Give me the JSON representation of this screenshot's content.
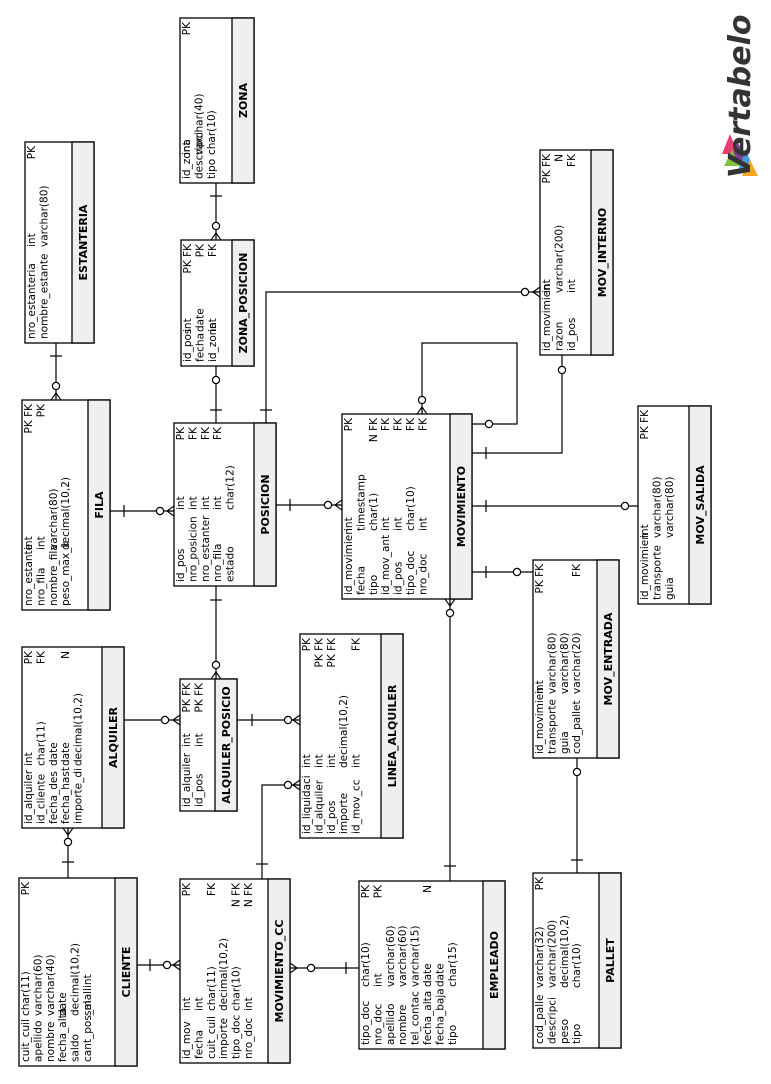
{
  "brand": {
    "name": "Vertabelo"
  },
  "tables": [
    {
      "id": "zona",
      "name": "ZONA",
      "rows": [
        {
          "cols": [
            "id_zona",
            "int",
            "PK"
          ]
        },
        {
          "cols": [
            "descripci",
            "varchar(40)",
            ""
          ]
        },
        {
          "cols": [
            "tipo",
            "char(10)",
            ""
          ]
        }
      ]
    },
    {
      "id": "estanteria",
      "name": "ESTANTERIA",
      "rows": [
        {
          "cols": [
            "nro_estanteria",
            "int",
            "PK"
          ]
        },
        {
          "cols": [
            "nombre_estante",
            "varchar(80)",
            ""
          ]
        }
      ]
    },
    {
      "id": "zona_posicion",
      "name": "ZONA_POSICION",
      "rows": [
        {
          "cols": [
            "id_pos",
            "int",
            "PK FK"
          ]
        },
        {
          "cols": [
            "fecha",
            "date",
            "PK"
          ]
        },
        {
          "cols": [
            "id_zona",
            "int",
            "FK"
          ]
        }
      ]
    },
    {
      "id": "mov_interno",
      "name": "MOV_INTERNO",
      "rows": [
        {
          "cols": [
            "id_movimien",
            "int",
            "PK FK"
          ]
        },
        {
          "cols": [
            "razon",
            "varchar(200)",
            "N"
          ]
        },
        {
          "cols": [
            "id_pos",
            "int",
            "FK"
          ]
        }
      ]
    },
    {
      "id": "fila",
      "name": "FILA",
      "rows": [
        {
          "cols": [
            "nro_estante",
            "int",
            "PK FK"
          ]
        },
        {
          "cols": [
            "nro_fila",
            "int",
            "PK"
          ]
        },
        {
          "cols": [
            "nombre_fila",
            "varchar(80)",
            ""
          ]
        },
        {
          "cols": [
            "peso_max_k",
            "decimal(10,2)",
            ""
          ]
        }
      ]
    },
    {
      "id": "posicion",
      "name": "POSICION",
      "rows": [
        {
          "cols": [
            "id_pos",
            "int",
            "PK"
          ]
        },
        {
          "cols": [
            "nro_posicion",
            "int",
            "FK"
          ]
        },
        {
          "cols": [
            "nro_estanter",
            "int",
            "FK"
          ]
        },
        {
          "cols": [
            "nro_fila",
            "int",
            "FK"
          ]
        },
        {
          "cols": [
            "estado",
            "char(12)",
            ""
          ]
        }
      ]
    },
    {
      "id": "movimiento",
      "name": "MOVIMIENTO",
      "rows": [
        {
          "cols": [
            "id_movimien",
            "int",
            "PK"
          ]
        },
        {
          "cols": [
            "fecha",
            "timestamp",
            ""
          ]
        },
        {
          "cols": [
            "tipo",
            "char(1)",
            "N FK"
          ]
        },
        {
          "cols": [
            "id_mov_ant",
            "int",
            "FK"
          ]
        },
        {
          "cols": [
            "id_pos",
            "int",
            "FK"
          ]
        },
        {
          "cols": [
            "tipo_doc",
            "char(10)",
            "FK"
          ]
        },
        {
          "cols": [
            "nro_doc",
            "int",
            "FK"
          ]
        }
      ]
    },
    {
      "id": "mov_salida",
      "name": "MOV_SALIDA",
      "rows": [
        {
          "cols": [
            "id_movimien",
            "int",
            "PK FK"
          ]
        },
        {
          "cols": [
            "transporte",
            "varchar(80)",
            ""
          ]
        },
        {
          "cols": [
            "guia",
            "varchar(80)",
            ""
          ]
        }
      ]
    },
    {
      "id": "alquiler",
      "name": "ALQUILER",
      "rows": [
        {
          "cols": [
            "id_alquiler",
            "int",
            "PK"
          ]
        },
        {
          "cols": [
            "id_cliente",
            "char(11)",
            "FK"
          ]
        },
        {
          "cols": [
            "fecha_des",
            "date",
            ""
          ]
        },
        {
          "cols": [
            "fecha_hast",
            "date",
            "N"
          ]
        },
        {
          "cols": [
            "importe_di",
            "decimal(10,2)",
            ""
          ]
        }
      ]
    },
    {
      "id": "alquiler_posicio",
      "name": "ALQUILER_POSICIO",
      "rows": [
        {
          "cols": [
            "id_alquiler",
            "int",
            "PK FK"
          ]
        },
        {
          "cols": [
            "id_pos",
            "int",
            "PK FK"
          ]
        }
      ]
    },
    {
      "id": "linea_alquiler",
      "name": "LINEA_ALQUILER",
      "rows": [
        {
          "cols": [
            "id_liquidaci",
            "int",
            "PK"
          ]
        },
        {
          "cols": [
            "id_alquiler",
            "int",
            "PK FK"
          ]
        },
        {
          "cols": [
            "id_pos",
            "int",
            "PK FK"
          ]
        },
        {
          "cols": [
            "importe",
            "decimal(10,2)",
            ""
          ]
        },
        {
          "cols": [
            "id_mov_cc",
            "int",
            "FK"
          ]
        }
      ]
    },
    {
      "id": "mov_entrada",
      "name": "MOV_ENTRADA",
      "rows": [
        {
          "cols": [
            "id_movimien",
            "int",
            "PK FK"
          ]
        },
        {
          "cols": [
            "transporte",
            "varchar(80)",
            ""
          ]
        },
        {
          "cols": [
            "guia",
            "varchar(80)",
            ""
          ]
        },
        {
          "cols": [
            "cod_pallet",
            "varchar(20)",
            "FK"
          ]
        }
      ]
    },
    {
      "id": "cliente",
      "name": "CLIENTE",
      "rows": [
        {
          "cols": [
            "cuit_cuil",
            "char(11)",
            "PK"
          ]
        },
        {
          "cols": [
            "apellido",
            "varchar(60)",
            ""
          ]
        },
        {
          "cols": [
            "nombre",
            "varchar(40)",
            ""
          ]
        },
        {
          "cols": [
            "fecha_alta",
            "date",
            ""
          ]
        },
        {
          "cols": [
            "saldo",
            "decimal(10,2)",
            ""
          ]
        },
        {
          "cols": [
            "cant_pos_al",
            "smallint",
            ""
          ]
        }
      ]
    },
    {
      "id": "movimiento_cc",
      "name": "MOVIMIENTO_CC",
      "rows": [
        {
          "cols": [
            "id_mov",
            "int",
            "PK"
          ]
        },
        {
          "cols": [
            "fecha",
            "int",
            ""
          ]
        },
        {
          "cols": [
            "cuit_cuil",
            "char(11)",
            "FK"
          ]
        },
        {
          "cols": [
            "importe",
            "decimal(10,2)",
            ""
          ]
        },
        {
          "cols": [
            "tipo_doc",
            "char(10)",
            "N FK"
          ]
        },
        {
          "cols": [
            "nro_doc",
            "int",
            "N FK"
          ]
        }
      ]
    },
    {
      "id": "empleado",
      "name": "EMPLEADO",
      "rows": [
        {
          "cols": [
            "tipo_doc",
            "char(10)",
            "PK"
          ]
        },
        {
          "cols": [
            "nro_doc",
            "int",
            "PK"
          ]
        },
        {
          "cols": [
            "apellido",
            "varchar(60)",
            ""
          ]
        },
        {
          "cols": [
            "nombre",
            "varchar(60)",
            ""
          ]
        },
        {
          "cols": [
            "tel_contac",
            "varchar(15)",
            ""
          ]
        },
        {
          "cols": [
            "fecha_alta",
            "date",
            "N"
          ]
        },
        {
          "cols": [
            "fecha_baja",
            "date",
            ""
          ]
        },
        {
          "cols": [
            "tipo",
            "char(15)",
            ""
          ]
        }
      ]
    },
    {
      "id": "pallet",
      "name": "PALLET",
      "rows": [
        {
          "cols": [
            "cod_palle",
            "varchar(32)",
            "PK"
          ]
        },
        {
          "cols": [
            "descripci",
            "varchar(200)",
            ""
          ]
        },
        {
          "cols": [
            "peso",
            "decimal(10,2)",
            ""
          ]
        },
        {
          "cols": [
            "tipo",
            "char(10)",
            ""
          ]
        }
      ]
    }
  ]
}
